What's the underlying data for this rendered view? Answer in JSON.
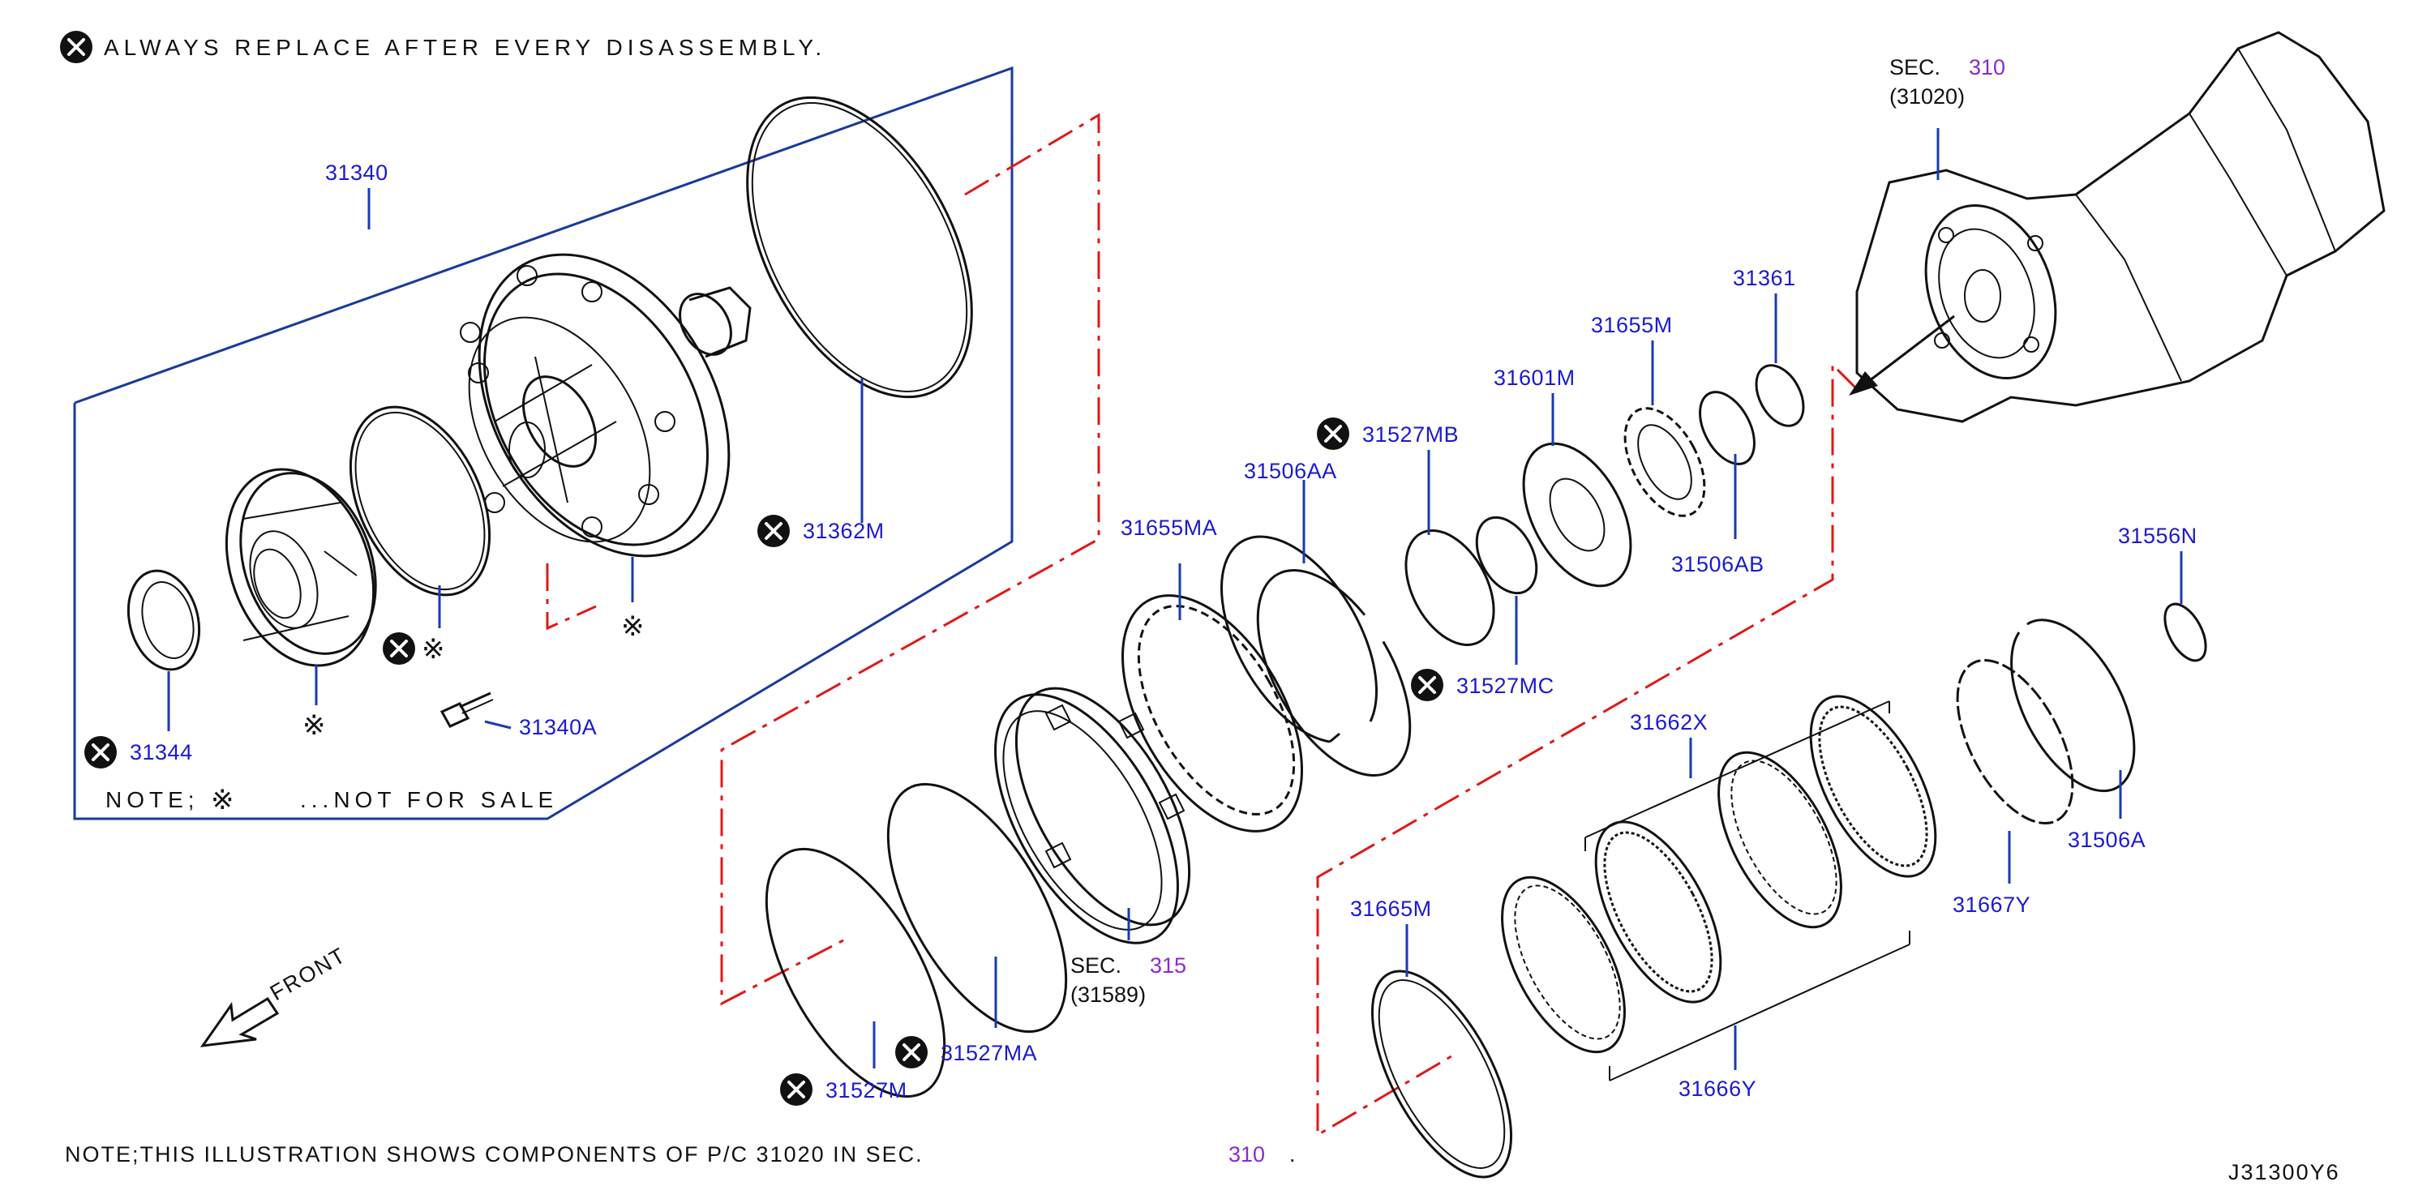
{
  "header_note": "ALWAYS REPLACE AFTER EVERY DISASSEMBLY.",
  "note_not_for_sale": {
    "prefix": "NOTE;",
    "suffix": "...NOT FOR SALE"
  },
  "bottom_note": {
    "text": "NOTE;THIS ILLUSTRATION SHOWS COMPONENTS OF P/C 31020 IN SEC.",
    "sec": "310",
    "dot": "."
  },
  "diagram_id": "J31300Y6",
  "front_label": "FRONT",
  "ref_mark": "※",
  "sections": [
    {
      "sec_label": "SEC.",
      "sec_number": "310",
      "code": "(31020)"
    },
    {
      "sec_label": "SEC.",
      "sec_number": "315",
      "code": "(31589)"
    }
  ],
  "parts": [
    {
      "number": "31340",
      "replace": false
    },
    {
      "number": "31362M",
      "replace": true
    },
    {
      "number": "31344",
      "replace": true
    },
    {
      "number": "31340A",
      "replace": false
    },
    {
      "number": "31655MA",
      "replace": false
    },
    {
      "number": "31506AA",
      "replace": false
    },
    {
      "number": "31527MB",
      "replace": true
    },
    {
      "number": "31601M",
      "replace": false
    },
    {
      "number": "31655M",
      "replace": false
    },
    {
      "number": "31361",
      "replace": false
    },
    {
      "number": "31506AB",
      "replace": false
    },
    {
      "number": "31527MC",
      "replace": true
    },
    {
      "number": "31662X",
      "replace": false
    },
    {
      "number": "31556N",
      "replace": false
    },
    {
      "number": "31506A",
      "replace": false
    },
    {
      "number": "31667Y",
      "replace": false
    },
    {
      "number": "31665M",
      "replace": false
    },
    {
      "number": "31666Y",
      "replace": false
    },
    {
      "number": "31527MA",
      "replace": true
    },
    {
      "number": "31527M",
      "replace": true
    }
  ]
}
